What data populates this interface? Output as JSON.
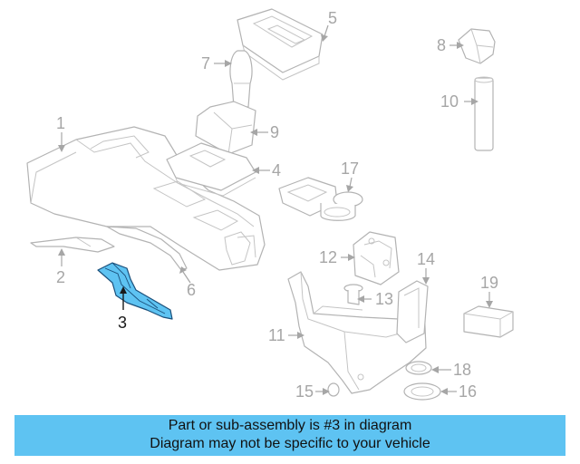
{
  "callouts": {
    "c1": "1",
    "c2": "2",
    "c3": "3",
    "c4": "4",
    "c5": "5",
    "c6": "6",
    "c7": "7",
    "c8": "8",
    "c9": "9",
    "c10": "10",
    "c11": "11",
    "c12": "12",
    "c13": "13",
    "c14": "14",
    "c15": "15",
    "c16": "16",
    "c17": "17",
    "c18": "18",
    "c19": "19"
  },
  "highlighted_part": "3",
  "colors": {
    "highlight": "#5ec3f2",
    "banner": "#5ec3f2",
    "line_art": "#b3b3b3"
  },
  "banner": {
    "line1": "Part or sub-assembly is #3 in diagram",
    "line2": "Diagram may not be specific to your vehicle"
  }
}
